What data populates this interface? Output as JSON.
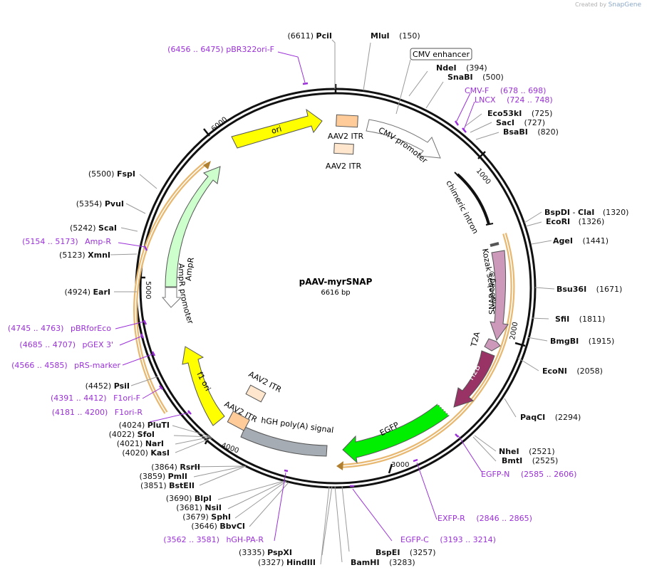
{
  "app": {
    "credit_prefix": "Created by",
    "credit_brand": "SnapGene"
  },
  "plasmid": {
    "name": "pAAV-myrSNAP",
    "length_label": "6616 bp"
  },
  "colors": {
    "enzyme_line": "#9a9a9a",
    "primer": "#9b30d9",
    "backbone": "#111111",
    "feature_outline": "#555555",
    "ori": "#ffff00",
    "itr": "#ffcc99",
    "itr_light": "#ffe6cc",
    "ampr": "#ccffcc",
    "ampr_promoter": "#ffffff",
    "snap": "#cc99bb",
    "h2b": "#993366",
    "egfp": "#00ee00",
    "hgh": "#a6acb3",
    "orf_band": "#e8b870"
  },
  "tick_labels": [
    "1000",
    "2000",
    "3000",
    "4000",
    "5000",
    "6000"
  ],
  "enzymes": [
    {
      "name": "PciI",
      "pos": "(6611)",
      "side": "left"
    },
    {
      "name": "MluI",
      "pos": "(150)",
      "side": "right"
    },
    {
      "name": "NdeI",
      "pos": "(394)",
      "side": "right"
    },
    {
      "name": "SnaBI",
      "pos": "(500)",
      "side": "right"
    },
    {
      "name": "Eco53kI",
      "pos": "(725)",
      "side": "right"
    },
    {
      "name": "SacI",
      "pos": "(727)",
      "side": "right"
    },
    {
      "name": "BsaBI",
      "pos": "(820)",
      "side": "right"
    },
    {
      "name": "BspDI",
      "name2": "ClaI",
      "pos": "(1320)",
      "side": "right"
    },
    {
      "name": "EcoRI",
      "pos": "(1326)",
      "side": "right"
    },
    {
      "name": "AgeI",
      "pos": "(1441)",
      "side": "right"
    },
    {
      "name": "Bsu36I",
      "pos": "(1671)",
      "side": "right"
    },
    {
      "name": "SfiI",
      "pos": "(1811)",
      "side": "right"
    },
    {
      "name": "BmgBI",
      "pos": "(1915)",
      "side": "right"
    },
    {
      "name": "EcoNI",
      "pos": "(2058)",
      "side": "right"
    },
    {
      "name": "PaqCI",
      "pos": "(2294)",
      "side": "right"
    },
    {
      "name": "NheI",
      "pos": "(2521)",
      "side": "right"
    },
    {
      "name": "BmtI",
      "pos": "(2525)",
      "side": "right"
    },
    {
      "name": "BspEI",
      "pos": "(3257)",
      "side": "right"
    },
    {
      "name": "BamHI",
      "pos": "(3283)",
      "side": "right"
    },
    {
      "name": "PspXI",
      "pos": "(3335)",
      "side": "left"
    },
    {
      "name": "HindIII",
      "pos": "(3327)",
      "side": "left"
    },
    {
      "name": "BbvCI",
      "pos": "(3646)",
      "side": "left"
    },
    {
      "name": "SphI",
      "pos": "(3679)",
      "side": "left"
    },
    {
      "name": "NsiI",
      "pos": "(3681)",
      "side": "left"
    },
    {
      "name": "BlpI",
      "pos": "(3690)",
      "side": "left"
    },
    {
      "name": "BstEII",
      "pos": "(3851)",
      "side": "left"
    },
    {
      "name": "PmlI",
      "pos": "(3859)",
      "side": "left"
    },
    {
      "name": "RsrII",
      "pos": "(3864)",
      "side": "left"
    },
    {
      "name": "KasI",
      "pos": "(4020)",
      "side": "left"
    },
    {
      "name": "NarI",
      "pos": "(4021)",
      "side": "left"
    },
    {
      "name": "SfoI",
      "pos": "(4022)",
      "side": "left"
    },
    {
      "name": "PluTI",
      "pos": "(4024)",
      "side": "left"
    },
    {
      "name": "PsiI",
      "pos": "(4452)",
      "side": "left"
    },
    {
      "name": "EarI",
      "pos": "(4924)",
      "side": "left"
    },
    {
      "name": "XmnI",
      "pos": "(5123)",
      "side": "left"
    },
    {
      "name": "ScaI",
      "pos": "(5242)",
      "side": "left"
    },
    {
      "name": "PvuI",
      "pos": "(5354)",
      "side": "left"
    },
    {
      "name": "FspI",
      "pos": "(5500)",
      "side": "left"
    }
  ],
  "primers": [
    {
      "name": "pBR322ori-F",
      "range": "(6456 .. 6475)"
    },
    {
      "name": "CMV-F",
      "range": "(678 .. 698)"
    },
    {
      "name": "LNCX",
      "range": "(724 .. 748)"
    },
    {
      "name": "EGFP-N",
      "range": "(2585 .. 2606)"
    },
    {
      "name": "EXFP-R",
      "range": "(2846 .. 2865)"
    },
    {
      "name": "EGFP-C",
      "range": "(3193 .. 3214)"
    },
    {
      "name": "hGH-PA-R",
      "range": "(3562 .. 3581)"
    },
    {
      "name": "F1ori-R",
      "range": "(4181 .. 4200)"
    },
    {
      "name": "F1ori-F",
      "range": "(4391 .. 4412)"
    },
    {
      "name": "pRS-marker",
      "range": "(4566 .. 4585)"
    },
    {
      "name": "pGEX 3'",
      "range": "(4685 .. 4707)"
    },
    {
      "name": "pBRforEco",
      "range": "(4745 .. 4763)"
    },
    {
      "name": "Amp-R",
      "range": "(5154 .. 5173)"
    }
  ],
  "features": {
    "cmv_enhancer": "CMV enhancer",
    "cmv_promoter": "CMV promoter",
    "itr_top": "AAV2 ITR",
    "itr_top_inner": "AAV2 ITR",
    "chimeric_intron": "chimeric intron",
    "kozak": "Kozak sequence",
    "snap": "SNAP-tag®",
    "t2a": "T2A",
    "h2b": "H2B",
    "egfp": "EGFP",
    "hgh": "hGH poly(A) signal",
    "itr_bottom": "AAV2 ITR",
    "itr_bottom_inner": "AAV2 ITR",
    "f1ori": "f1 ori",
    "ampr": "AmpR",
    "ampr_promoter": "AmpR promoter",
    "ori": "ori"
  }
}
